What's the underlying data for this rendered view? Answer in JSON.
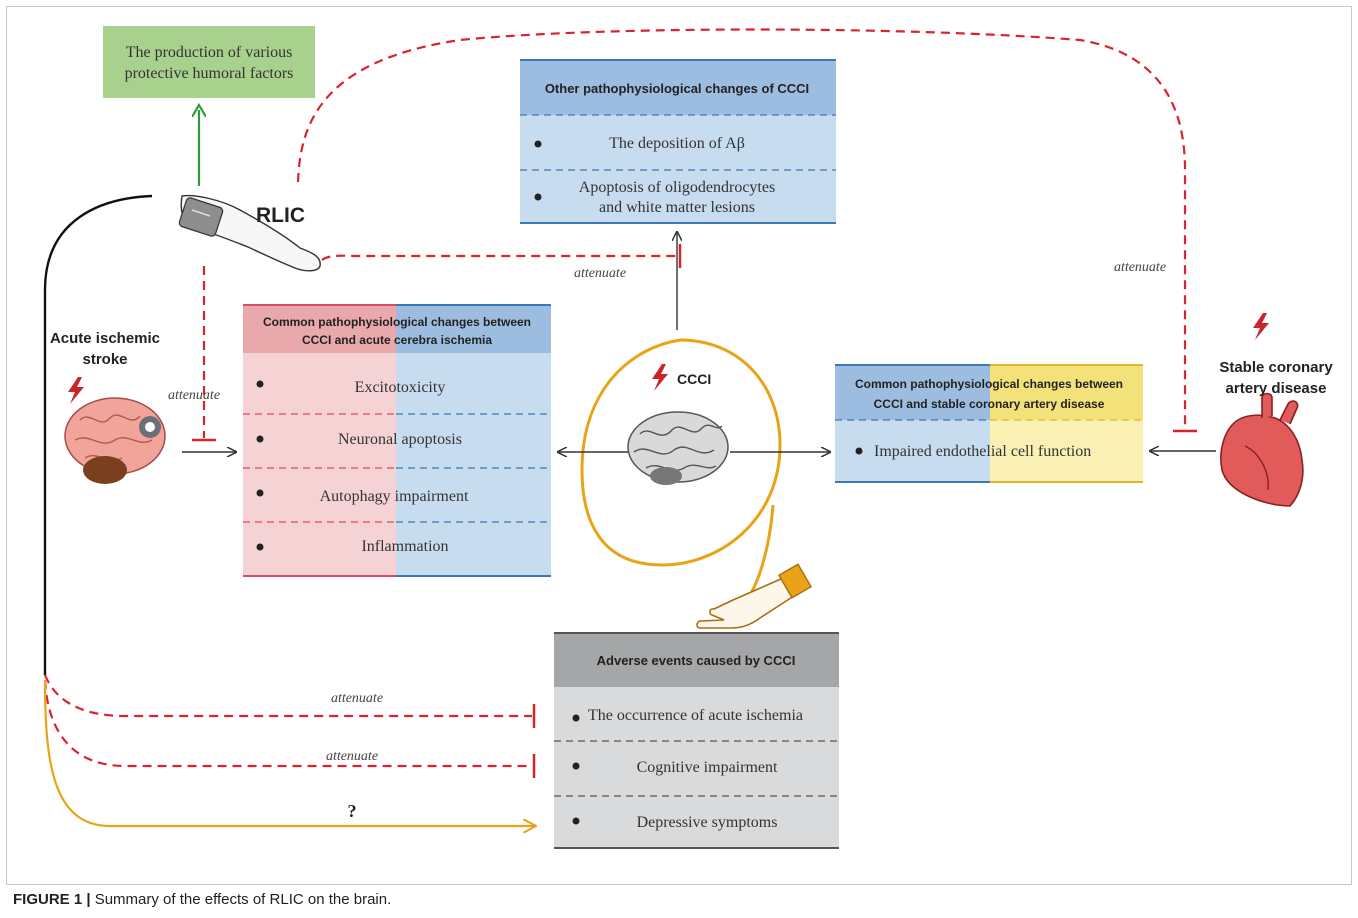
{
  "colors": {
    "green_box": "#a9d18e",
    "red_dashed": "#d9242c",
    "orange": "#e8a317",
    "pink_fill": "#f5d2d3",
    "pink_header": "#e9a8ab",
    "blue_fill": "#c8dcef",
    "blue_header": "#9dbde0",
    "yellow_fill": "#faf0b4",
    "yellow_header": "#f3e27a",
    "gray_fill": "#d9dadb",
    "gray_header": "#a5a6a7"
  },
  "humoral_box": {
    "line1": "The production of various",
    "line2": "protective humoral factors"
  },
  "rlic_label": "RLIC",
  "ais_label": {
    "line1": "Acute  ischemic",
    "line2": "stroke"
  },
  "ccci_label": "CCCI",
  "scad_label": {
    "line1": "Stable coronary",
    "line2": "artery disease"
  },
  "other_box": {
    "title": "Other pathophysiological changes of CCCI",
    "item1": "The deposition of Aβ",
    "item2_line1": "Apoptosis of oligodendrocytes",
    "item2_line2": "and white matter lesions"
  },
  "common_ais_box": {
    "title_line1": "Common pathophysiological changes between",
    "title_line2": "CCCI and acute cerebra ischemia",
    "items": [
      "Excitotoxicity",
      "Neuronal apoptosis",
      "Autophagy impairment",
      "Inflammation"
    ]
  },
  "common_scad_box": {
    "title_line1": "Common pathophysiological changes between",
    "title_line2": "CCCI and stable coronary artery disease",
    "item": "Impaired endothelial cell function"
  },
  "adverse_box": {
    "title": "Adverse events caused by CCCI",
    "items": [
      "The occurrence of acute ischemia",
      "Cognitive impairment",
      "Depressive symptoms"
    ]
  },
  "attenuate_label": "attenuate",
  "question_mark": "?",
  "caption": {
    "bold": "FIGURE 1 |",
    "text": " Summary of the effects of RLIC on the brain."
  }
}
